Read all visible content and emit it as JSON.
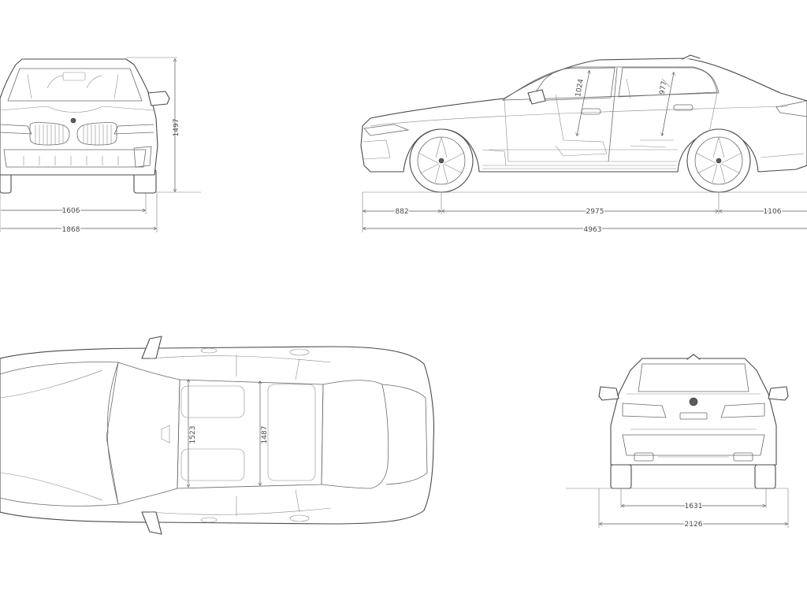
{
  "dimensions": {
    "front_track": "1606",
    "front_width": "1868",
    "height": "1497",
    "front_overhang": "882",
    "wheelbase": "2975",
    "rear_overhang": "1106",
    "length": "4963",
    "front_headroom": "1024",
    "rear_headroom": "977",
    "front_shoulder": "1523",
    "rear_shoulder": "1487",
    "rear_track": "1631",
    "mirror_width": "2126"
  }
}
